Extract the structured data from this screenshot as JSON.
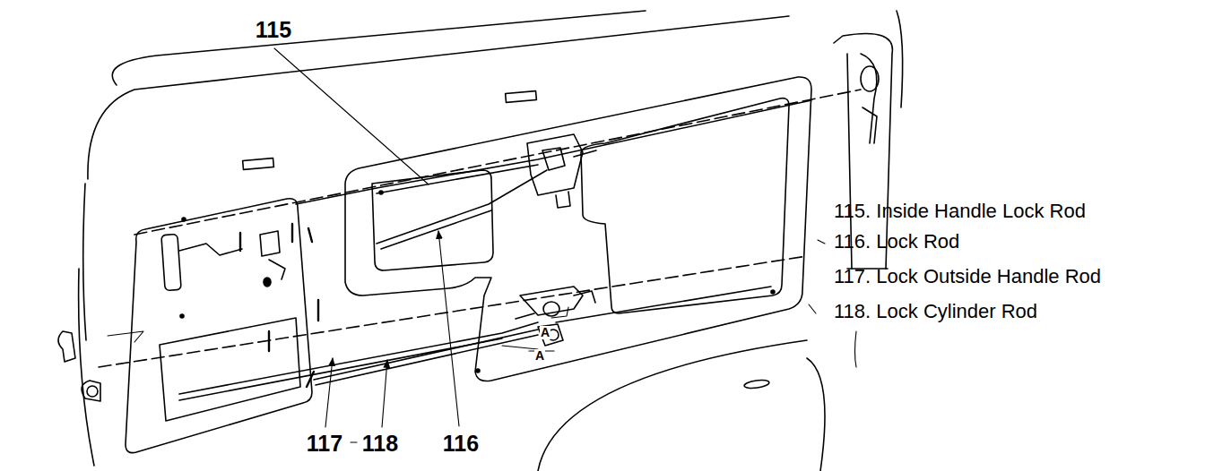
{
  "diagram": {
    "labels": [
      "115",
      "117",
      "118",
      "116",
      "115. Inside Handle Lock Rod",
      "116. Lock Rod",
      "117. Lock Outside Handle Rod",
      "118. Lock Cylinder Rod",
      "A",
      "A"
    ]
  }
}
